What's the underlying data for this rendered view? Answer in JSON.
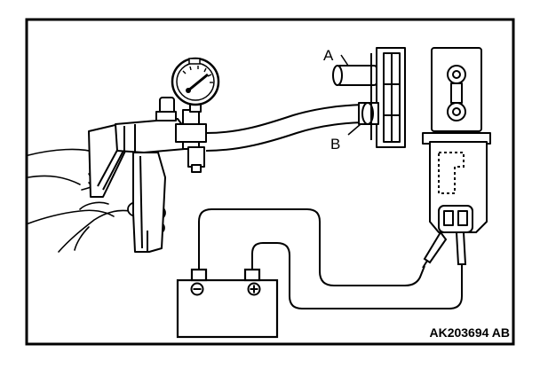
{
  "diagram": {
    "labels": {
      "port_a": "A",
      "port_b": "B"
    },
    "battery": {
      "negative_symbol": "⊖",
      "positive_symbol": "⊕"
    },
    "figure_code": "AK203694 AB"
  }
}
